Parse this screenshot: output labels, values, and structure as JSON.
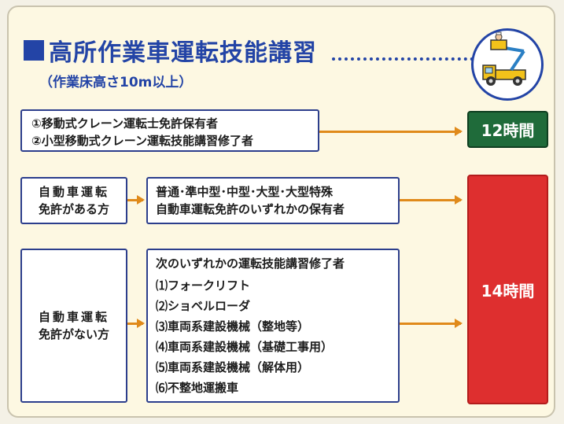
{
  "header": {
    "title": "高所作業車運転技能講習",
    "subtitle": "（作業床高さ10m以上）"
  },
  "illustration": {
    "icon": "aerial-work-platform-truck-icon"
  },
  "row1": {
    "lines": [
      "①移動式クレーン運転士免許保有者",
      "②小型移動式クレーン運転技能講習修了者"
    ],
    "hours": "12時間"
  },
  "row2": {
    "category_lines": [
      "自動車運転",
      "免許がある方"
    ],
    "detail_lines": [
      "普通･準中型･中型･大型･大型特殊",
      "自動車運転免許のいずれかの保有者"
    ]
  },
  "row3": {
    "category_lines": [
      "自動車運転",
      "免許がない方"
    ],
    "heading": "次のいずれかの運転技能講習修了者",
    "items": [
      "⑴フォークリフト",
      "⑵ショベルローダ",
      "⑶車両系建設機械（整地等）",
      "⑷車両系建設機械（基礎工事用）",
      "⑸車両系建設機械（解体用）",
      "⑹不整地運搬車"
    ]
  },
  "hours_long": "14時間",
  "colors": {
    "accent_blue": "#2344a6",
    "arrow_orange": "#e08a1a",
    "green_badge": "#1f6b3a",
    "red_badge": "#de2f2f"
  }
}
